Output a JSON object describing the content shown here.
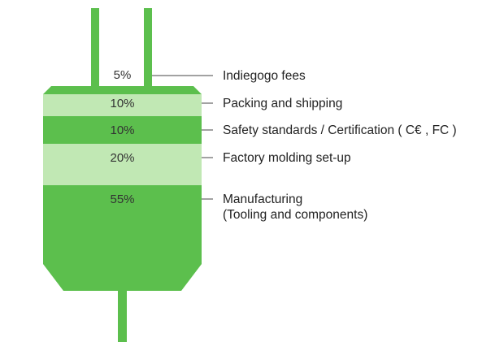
{
  "colors": {
    "dark_green": "#5cbf4d",
    "light_green": "#c1e8b4",
    "line": "#444444",
    "text": "#222222"
  },
  "segments": [
    {
      "percent_label": "5%",
      "label": "Indiegogo fees",
      "label_line2": "",
      "shade": "dark_green"
    },
    {
      "percent_label": "10%",
      "label": "Packing and shipping",
      "label_line2": "",
      "shade": "light_green"
    },
    {
      "percent_label": "10%",
      "label": "Safety standards / Certification ( C€ , FC )",
      "label_line2": "",
      "shade": "dark_green"
    },
    {
      "percent_label": "20%",
      "label": "Factory molding set-up",
      "label_line2": "",
      "shade": "light_green"
    },
    {
      "percent_label": "55%",
      "label": "Manufacturing",
      "label_line2": "(Tooling and components)",
      "shade": "dark_green"
    }
  ]
}
